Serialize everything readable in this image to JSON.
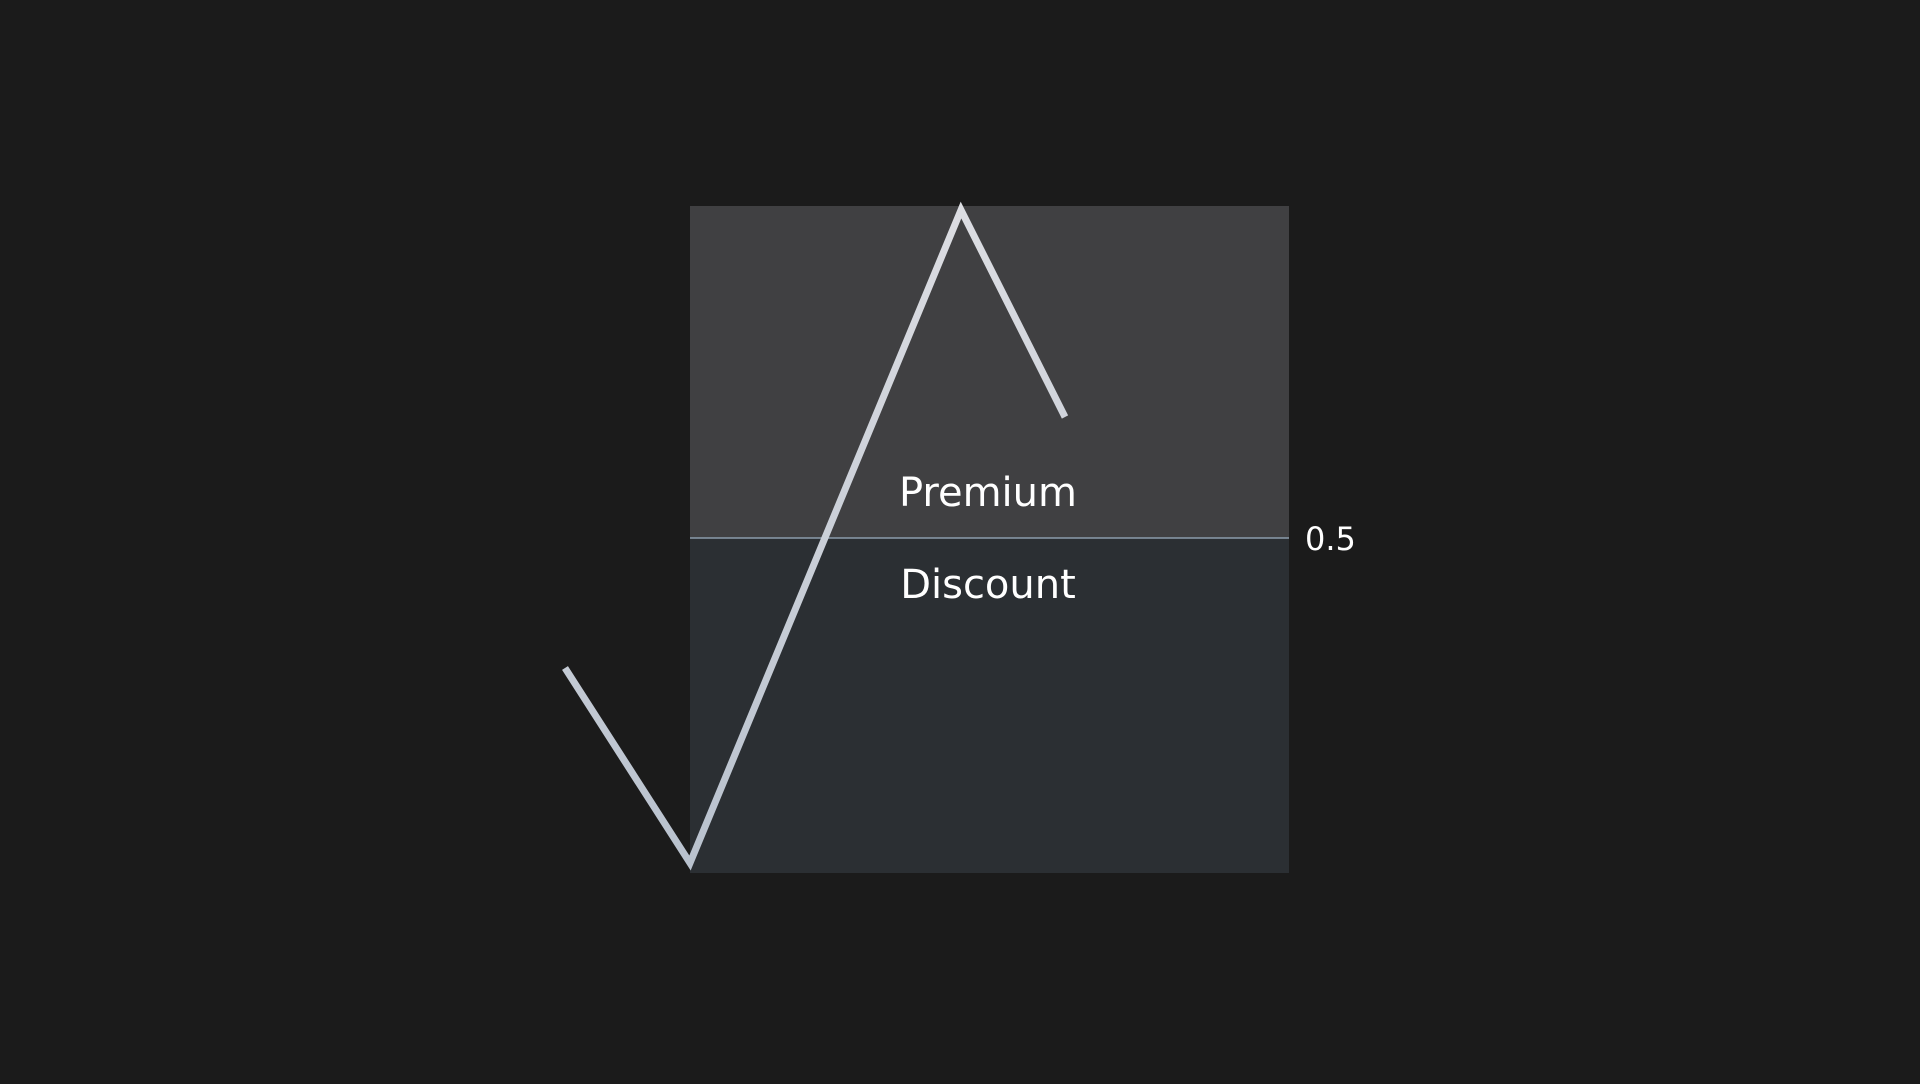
{
  "diagram": {
    "zones": {
      "premium": {
        "label": "Premium",
        "color": "#404042"
      },
      "discount": {
        "label": "Discount",
        "color": "#2b2f33"
      }
    },
    "midline": {
      "label": "0.5",
      "value": 0.5,
      "color": "#8b9cab"
    },
    "price_path": {
      "color_start": "#b9c2ce",
      "color_end": "#dcdde2",
      "description_points": [
        "start",
        "low",
        "high",
        "end"
      ]
    },
    "colors": {
      "background": "#1b1b1b",
      "text": "#ffffff"
    }
  }
}
